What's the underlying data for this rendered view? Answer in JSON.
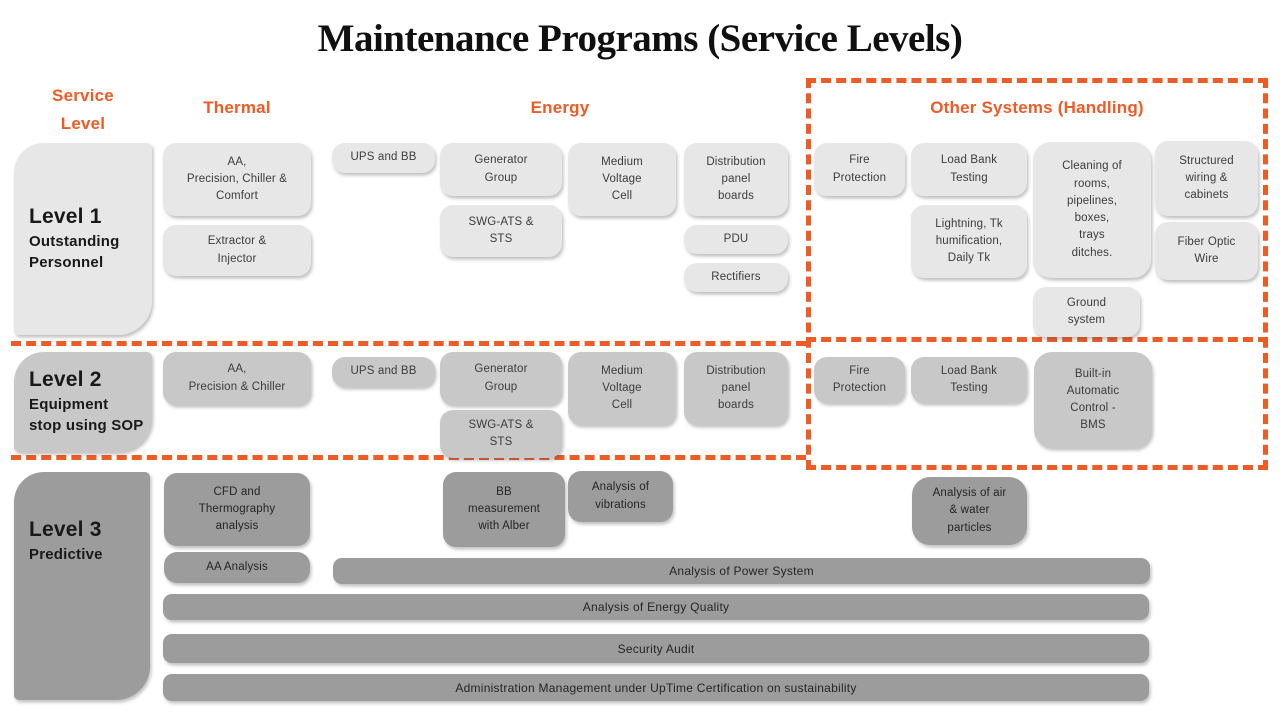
{
  "title": "Maintenance Programs (Service Levels)",
  "headers": {
    "service_level": "Service\nLevel",
    "thermal": "Thermal",
    "energy": "Energy",
    "other_systems": "Other Systems (Handling)"
  },
  "levels": {
    "l1": {
      "name": "Level 1",
      "subtitle": "Outstanding\nPersonnel"
    },
    "l2": {
      "name": "Level 2",
      "subtitle": "Equipment\nstop using SOP"
    },
    "l3": {
      "name": "Level 3",
      "subtitle": "Predictive"
    }
  },
  "boxes": {
    "l1": {
      "aa_precision_chiller_comfort": "AA,\nPrecision, Chiller &\nComfort",
      "extractor_injector": "Extractor &\nInjector",
      "ups_bb": "UPS and BB",
      "generator_group": "Generator\nGroup",
      "swg_ats_sts": "SWG-ATS &\nSTS",
      "medium_voltage_cell": "Medium\nVoltage\nCell",
      "distribution_panel_boards": "Distribution\npanel\nboards",
      "pdu": "PDU",
      "rectifiers": "Rectifiers",
      "fire_protection": "Fire\nProtection",
      "load_bank_testing": "Load Bank\nTesting",
      "lightning": "Lightning, Tk\nhumification,\nDaily Tk",
      "cleaning": "Cleaning of\nrooms,\npipelines,\nboxes,\ntrays\nditches.",
      "structured_wiring": "Structured\nwiring &\ncabinets",
      "fiber_optic_wire": "Fiber Optic\nWire",
      "ground_system": "Ground\nsystem"
    },
    "l2": {
      "aa_precision_chiller": "AA,\nPrecision & Chiller",
      "ups_bb": "UPS and BB",
      "generator_group": "Generator\nGroup",
      "swg_ats_sts": "SWG-ATS &\nSTS",
      "medium_voltage_cell": "Medium\nVoltage\nCell",
      "distribution_panel_boards": "Distribution\npanel\nboards",
      "fire_protection": "Fire\nProtection",
      "load_bank_testing": "Load Bank\nTesting",
      "bms": "Built-in\nAutomatic\nControl -\nBMS"
    },
    "l3": {
      "cfd": "CFD and\nThermography\nanalysis",
      "aa_analysis": "AA Analysis",
      "bb_alber": "BB\nmeasurement\nwith Alber",
      "vibrations": "Analysis of\nvibrations",
      "air_water": "Analysis of air\n& water\nparticles",
      "bar_power": "Analysis of Power System",
      "bar_energy_quality": "Analysis of Energy Quality",
      "bar_security": "Security Audit",
      "bar_admin": "Administration Management under UpTime Certification on sustainability"
    }
  },
  "colors": {
    "accent_orange": "#EF5B25",
    "level1_fill": "#e7e7e7",
    "level2_fill": "#c8c8c8",
    "level3_fill": "#9c9c9c"
  }
}
